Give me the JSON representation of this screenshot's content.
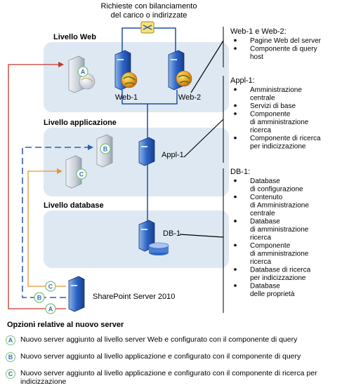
{
  "header": {
    "requests_label_line1": "Richieste con bilanciamento",
    "requests_label_line2": "del carico o indirizzate"
  },
  "tiers": {
    "web": "Livello Web",
    "app": "Livello applicazione",
    "db": "Livello database"
  },
  "servers": {
    "web1": "Web-1",
    "web2": "Web-2",
    "appl1": "Appl-1",
    "db1": "DB-1",
    "sharepoint": "SharePoint Server 2010"
  },
  "badges": {
    "a": "A",
    "b": "B",
    "c": "C"
  },
  "callouts": {
    "web": {
      "title": "Web-1 e Web-2:",
      "items": [
        [
          "Pagine Web del server"
        ],
        [
          "Componente di query",
          "host"
        ]
      ]
    },
    "app": {
      "title": "Appl-1:",
      "items": [
        [
          "Amministrazione",
          "centrale"
        ],
        [
          "Servizi di base"
        ],
        [
          "Componente",
          "di amministrazione",
          "ricerca"
        ],
        [
          "Componente di ricerca",
          "per indicizzazione"
        ]
      ]
    },
    "db": {
      "title": "DB-1:",
      "items": [
        [
          "Database",
          "di configurazione"
        ],
        [
          "Contenuto",
          "di Amministrazione",
          "centrale"
        ],
        [
          "Database",
          "di amministrazione",
          "ricerca"
        ],
        [
          "Componente",
          "di amministrazione",
          "ricerca"
        ],
        [
          "Database di ricerca",
          "per indicizzazione"
        ],
        [
          "Database",
          "delle proprietà"
        ]
      ]
    }
  },
  "legend": {
    "title": "Opzioni relative al nuovo server",
    "items": [
      {
        "badge": "A",
        "text": "Nuovo server aggiunto al livello server Web e configurato con il componente di query"
      },
      {
        "badge": "B",
        "text": "Nuovo server aggiunto al livello applicazione e configurato con il componente di query"
      },
      {
        "badge": "C",
        "text": "Nuovo server aggiunto al livello applicazione e configurato con il componente di ricerca per indicizzazione"
      }
    ]
  },
  "colors": {
    "tier_bg": "#dde8f2",
    "connector_blue": "#1f4fa3",
    "option_a": "#c0392b",
    "option_b": "#2f5fa8",
    "option_c": "#e8962e",
    "badge_ring": "#7cc37c"
  }
}
